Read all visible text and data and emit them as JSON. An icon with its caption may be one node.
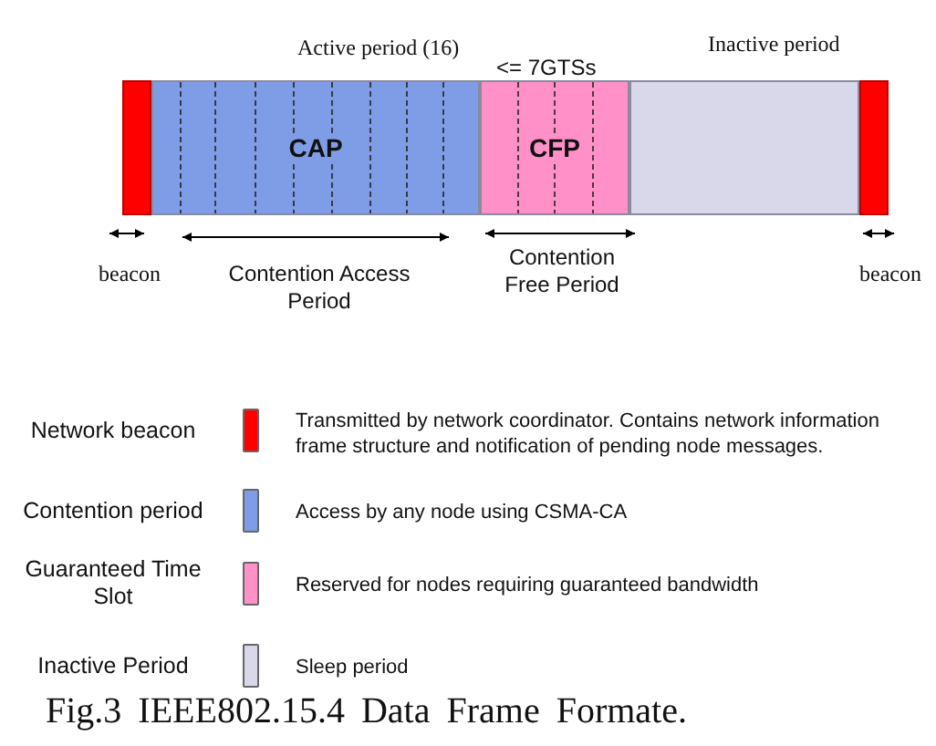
{
  "diagram": {
    "caption": "Fig.3 IEEE802.15.4 Data Frame Formate.",
    "nodes": [
      {
        "text": [],
        "shape": "bar"
      },
      {
        "text": [
          "CAP"
        ]
      },
      {
        "text": [
          "CFP"
        ]
      },
      {
        "text": [],
        "shape": "bar"
      },
      {
        "text": [],
        "shape": "bar"
      }
    ],
    "edges": [],
    "labels": [
      "Active period (16)",
      "<= 7GTSs",
      "Inactive period",
      "beacon",
      "Contention Access Period",
      "Contention Free Period",
      "beacon",
      "Transmitted by network coordinator. Contains network information frame structure and notification of pending node messages.",
      "Access by any node using CSMA-CA",
      "Reserved for nodes requiring guaranteed bandwidth",
      "Sleep period"
    ],
    "legend": [
      {
        "text": "Network beacon",
        "color": "#ff0000"
      },
      {
        "text": "Contention period",
        "color": "#7f9ce6"
      },
      {
        "text": "Guaranteed Time Slot",
        "color": "#ff90c8"
      },
      {
        "text": "Inactive Period",
        "color": "#d8d8ea"
      }
    ]
  }
}
